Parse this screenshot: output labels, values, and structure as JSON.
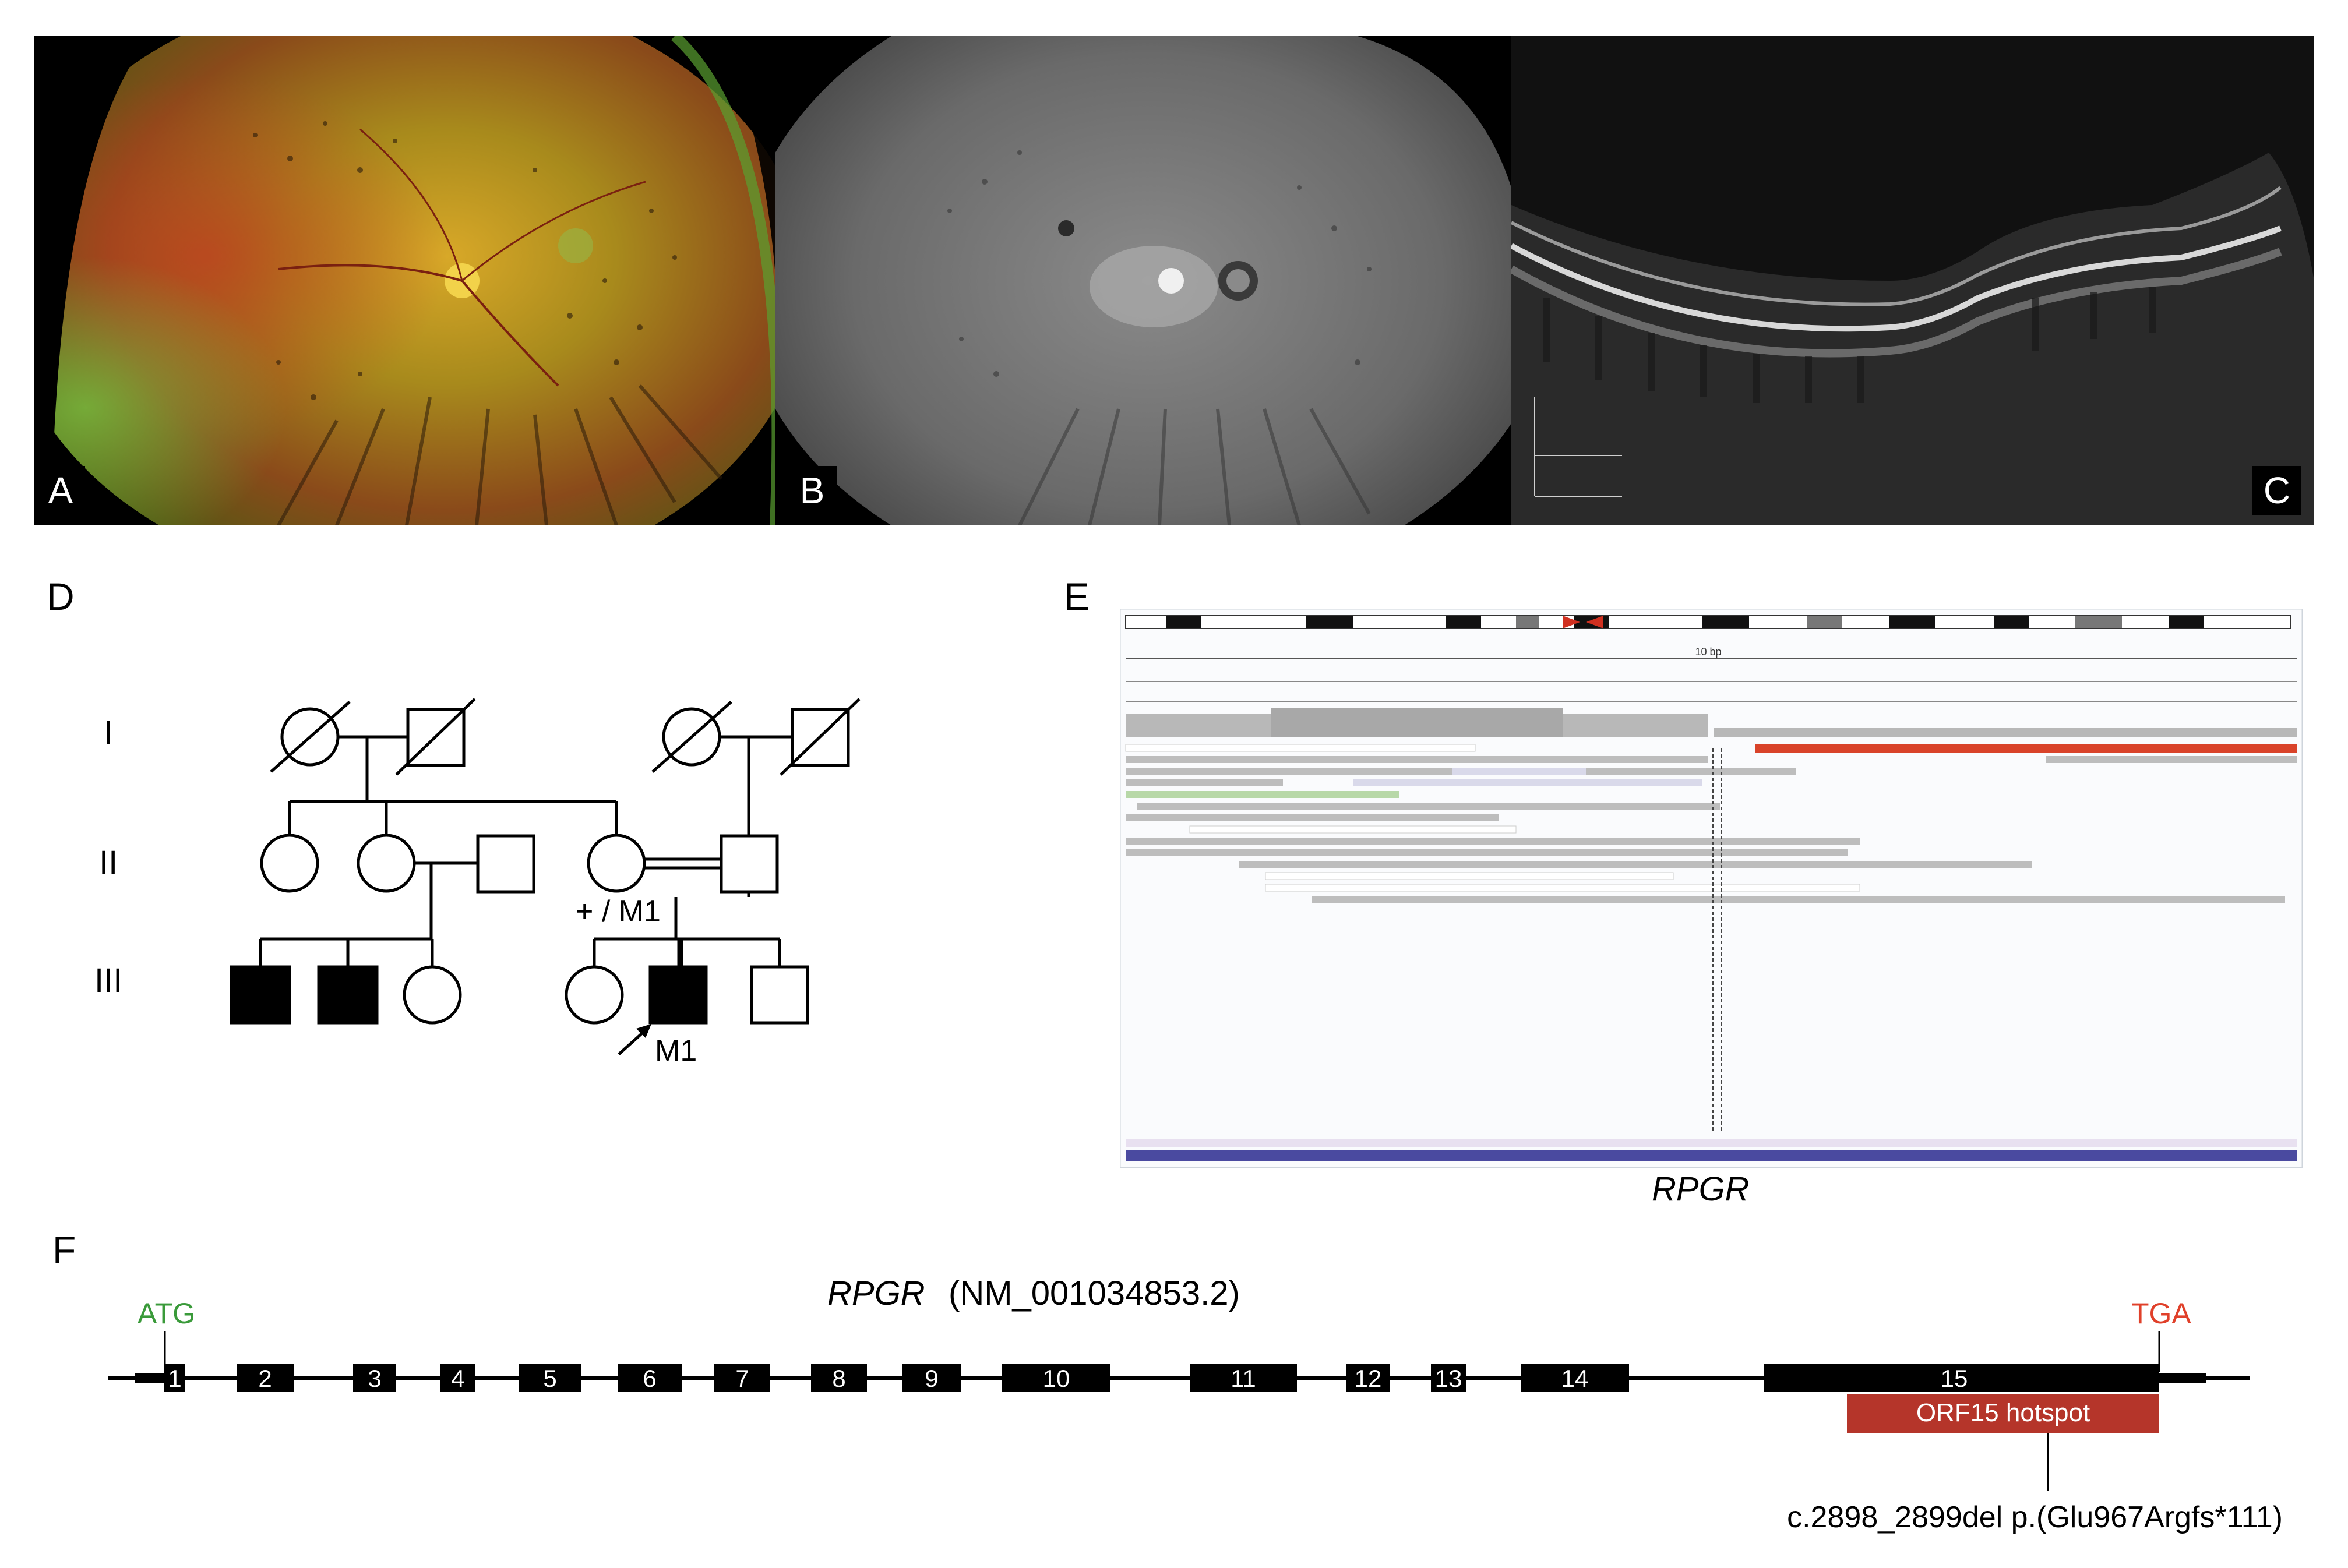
{
  "panels": {
    "A": {
      "label": "A"
    },
    "B": {
      "label": "B"
    },
    "C": {
      "label": "C"
    },
    "D": {
      "label": "D"
    },
    "E": {
      "label": "E"
    },
    "F": {
      "label": "F"
    }
  },
  "pedigree": {
    "generations": [
      "I",
      "II",
      "III"
    ],
    "carrier_label": "+ / M1",
    "proband_label": "M1"
  },
  "igv": {
    "scale_label": "10 bp",
    "gene_label": "RPGR"
  },
  "gene_diagram": {
    "gene_name": "RPGR",
    "transcript": "(NM_001034853.2)",
    "start_codon": "ATG",
    "stop_codon": "TGA",
    "exons": [
      "1",
      "2",
      "3",
      "4",
      "5",
      "6",
      "7",
      "8",
      "9",
      "10",
      "11",
      "12",
      "13",
      "14",
      "15"
    ],
    "hotspot_label": "ORF15 hotspot",
    "variant": "c.2898_2899del p.(Glu967Argfs*111)",
    "colors": {
      "start": "#3a9a3a",
      "stop": "#e0402a",
      "hotspot": "#b5352a"
    }
  }
}
